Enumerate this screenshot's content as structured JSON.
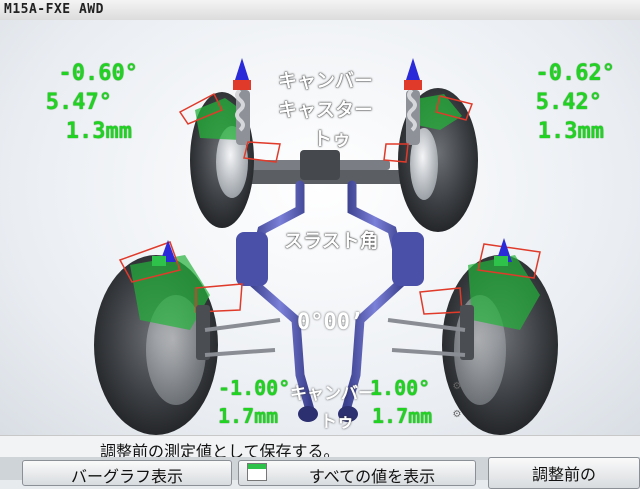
{
  "window": {
    "title": "M15A-FXE  AWD"
  },
  "front": {
    "left": {
      "camber": "-0.60°",
      "caster": "5.47°",
      "toe": "1.3mm"
    },
    "right": {
      "camber": "-0.62°",
      "caster": "5.42°",
      "toe": "1.3mm"
    },
    "labels": {
      "camber": "キャンバー",
      "caster": "キャスター",
      "toe": "トゥ"
    }
  },
  "thrust": {
    "label": "スラスト角",
    "value": "0°00’"
  },
  "rear": {
    "left": {
      "camber": "-1.00°",
      "toe": "1.7mm"
    },
    "right": {
      "camber": "1.00°",
      "toe": "1.7mm"
    },
    "labels": {
      "camber": "キャンバー",
      "toe": "トゥ"
    }
  },
  "status": {
    "message": "調整前の測定値として保存する。"
  },
  "buttons": [
    {
      "label": "バーグラフ表示"
    },
    {
      "label": "すべての値を表示"
    },
    {
      "label": "調整前の"
    }
  ],
  "colors": {
    "readout_green": "#22d222",
    "tire": "#3a3d40",
    "exhaust": "#4a4fa8",
    "indicator_red": "#e03a2a",
    "indicator_blue": "#2a2ad8",
    "indicator_green": "#2ec24a"
  }
}
